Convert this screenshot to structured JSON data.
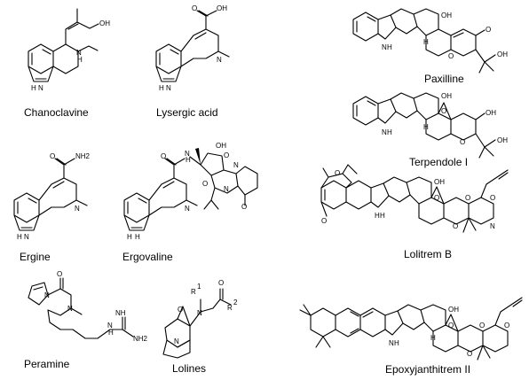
{
  "figure": {
    "compounds": [
      {
        "name": "Chanoclavine",
        "atoms": [
          "OH",
          "N",
          "H",
          "N",
          "H"
        ]
      },
      {
        "name": "Lysergic acid",
        "atoms": [
          "O",
          "OH",
          "N",
          "N",
          "H"
        ]
      },
      {
        "name": "Paxilline",
        "atoms": [
          "OH",
          "O",
          "O",
          "OH",
          "N",
          "H",
          "H"
        ]
      },
      {
        "name": "Terpendole I",
        "atoms": [
          "OH",
          "O",
          "OH",
          "O",
          "OH",
          "N",
          "H",
          "H"
        ]
      },
      {
        "name": "Ergine",
        "atoms": [
          "O",
          "NH2",
          "N",
          "N",
          "H"
        ]
      },
      {
        "name": "Ergovaline",
        "atoms": [
          "O",
          "N",
          "H",
          "OH",
          "O",
          "N",
          "O",
          "N",
          "O",
          "N",
          "H",
          "H"
        ]
      },
      {
        "name": "Lolitrem B",
        "atoms": [
          "O",
          "O",
          "OH",
          "O",
          "O",
          "O",
          "O",
          "N",
          "H",
          "H"
        ]
      },
      {
        "name": "Peramine",
        "atoms": [
          "O",
          "N",
          "N",
          "N",
          "H",
          "NH",
          "NH2"
        ]
      },
      {
        "name": "Lolines",
        "atoms": [
          "R",
          "1",
          "O",
          "N",
          "R",
          "2",
          "O",
          "N"
        ]
      },
      {
        "name": "Epoxyjanthitrem II",
        "atoms": [
          "OH",
          "O",
          "O",
          "O",
          "O",
          "N",
          "H",
          "H"
        ]
      }
    ]
  }
}
